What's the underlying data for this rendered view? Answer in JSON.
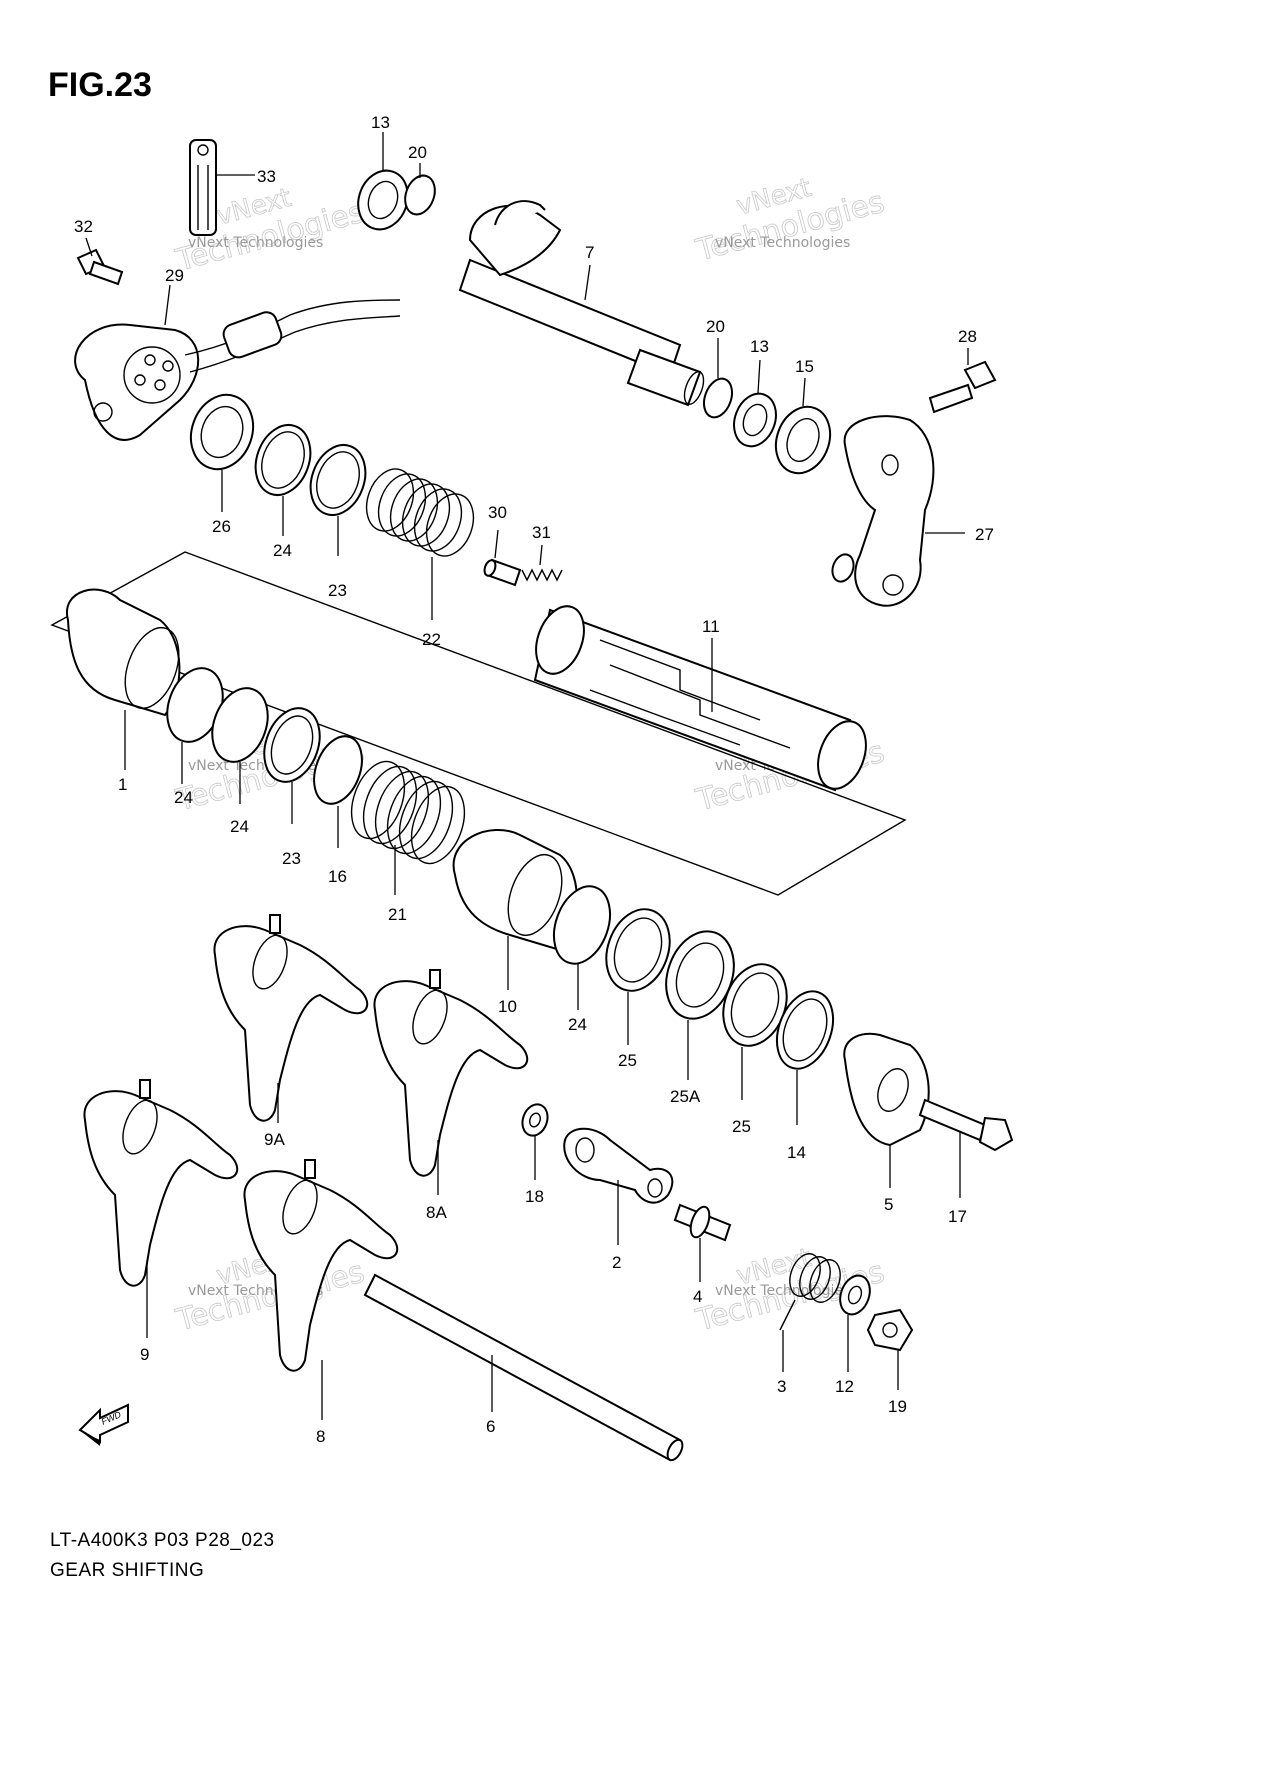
{
  "figure": {
    "title": "FIG.23"
  },
  "footer": {
    "model_code": "LT-A400K3 P03 P28_023",
    "caption": "GEAR SHIFTING"
  },
  "direction_badge": "FWD",
  "watermark": {
    "line1": "vNext",
    "line2": "Technologies",
    "small": "vNext Technologies"
  },
  "callouts": [
    {
      "id": "c13a",
      "label": "13"
    },
    {
      "id": "c20a",
      "label": "20"
    },
    {
      "id": "c33",
      "label": "33"
    },
    {
      "id": "c32",
      "label": "32"
    },
    {
      "id": "c29",
      "label": "29"
    },
    {
      "id": "c7",
      "label": "7"
    },
    {
      "id": "c20b",
      "label": "20"
    },
    {
      "id": "c13b",
      "label": "13"
    },
    {
      "id": "c15",
      "label": "15"
    },
    {
      "id": "c28",
      "label": "28"
    },
    {
      "id": "c27",
      "label": "27"
    },
    {
      "id": "c26",
      "label": "26"
    },
    {
      "id": "c24a",
      "label": "24"
    },
    {
      "id": "c23a",
      "label": "23"
    },
    {
      "id": "c22",
      "label": "22"
    },
    {
      "id": "c30",
      "label": "30"
    },
    {
      "id": "c31",
      "label": "31"
    },
    {
      "id": "c11",
      "label": "11"
    },
    {
      "id": "c1",
      "label": "1"
    },
    {
      "id": "c24b",
      "label": "24"
    },
    {
      "id": "c24c",
      "label": "24"
    },
    {
      "id": "c23b",
      "label": "23"
    },
    {
      "id": "c16",
      "label": "16"
    },
    {
      "id": "c21",
      "label": "21"
    },
    {
      "id": "c10",
      "label": "10"
    },
    {
      "id": "c24d",
      "label": "24"
    },
    {
      "id": "c25a",
      "label": "25"
    },
    {
      "id": "c25A",
      "label": "25A"
    },
    {
      "id": "c25b",
      "label": "25"
    },
    {
      "id": "c14",
      "label": "14"
    },
    {
      "id": "c5",
      "label": "5"
    },
    {
      "id": "c17",
      "label": "17"
    },
    {
      "id": "c9A",
      "label": "9A"
    },
    {
      "id": "c8A",
      "label": "8A"
    },
    {
      "id": "c18",
      "label": "18"
    },
    {
      "id": "c2",
      "label": "2"
    },
    {
      "id": "c4",
      "label": "4"
    },
    {
      "id": "c9",
      "label": "9"
    },
    {
      "id": "c3",
      "label": "3"
    },
    {
      "id": "c12",
      "label": "12"
    },
    {
      "id": "c19",
      "label": "19"
    },
    {
      "id": "c8",
      "label": "8"
    },
    {
      "id": "c6",
      "label": "6"
    }
  ]
}
